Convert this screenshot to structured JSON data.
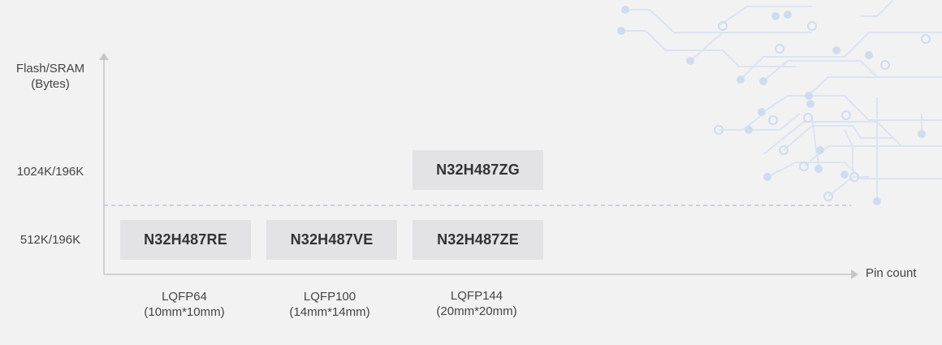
{
  "y_axis": {
    "title_line1": "Flash/SRAM",
    "title_line2": "(Bytes)",
    "levels": [
      "512K/196K",
      "1024K/196K"
    ]
  },
  "x_axis": {
    "title": "Pin count",
    "packages": [
      {
        "name": "LQFP64",
        "size": "(10mm*10mm)"
      },
      {
        "name": "LQFP100",
        "size": "(14mm*14mm)"
      },
      {
        "name": "LQFP144",
        "size": "(20mm*20mm)"
      }
    ]
  },
  "parts": [
    {
      "label": "N32H487RE",
      "package": "LQFP64",
      "memory": "512K/196K"
    },
    {
      "label": "N32H487VE",
      "package": "LQFP100",
      "memory": "512K/196K"
    },
    {
      "label": "N32H487ZE",
      "package": "LQFP144",
      "memory": "512K/196K"
    },
    {
      "label": "N32H487ZG",
      "package": "LQFP144",
      "memory": "1024K/196K"
    }
  ],
  "colors": {
    "background": "#f2f2f3",
    "chip_fill": "#e3e3e5",
    "axis": "#c2c2c6",
    "circuit": "#d3dff1"
  }
}
